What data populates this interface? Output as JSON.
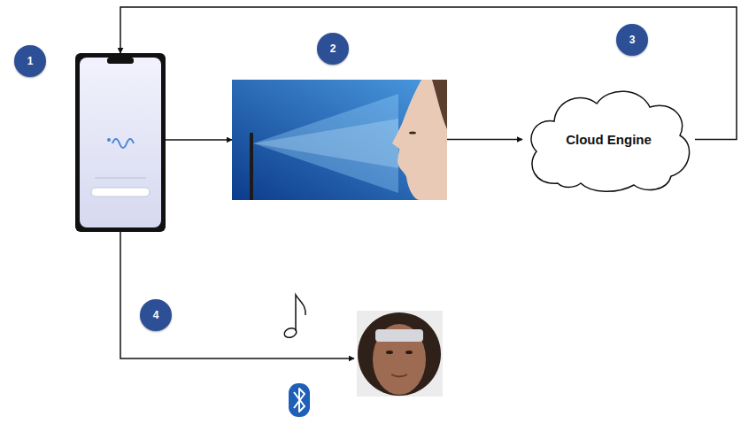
{
  "diagram": {
    "nodes": [
      {
        "text": [
          "1"
        ]
      },
      {
        "text": [
          "2"
        ]
      },
      {
        "text": [
          "3",
          "Cloud Engine"
        ]
      }
    ],
    "edges": [
      {
        "from": 0,
        "to": 1,
        "arrow": "to"
      },
      {
        "from": 1,
        "to": 2,
        "arrow": "to"
      },
      {
        "from": 2,
        "to": 0,
        "arrow": "to"
      }
    ],
    "labels": [
      "4"
    ]
  }
}
